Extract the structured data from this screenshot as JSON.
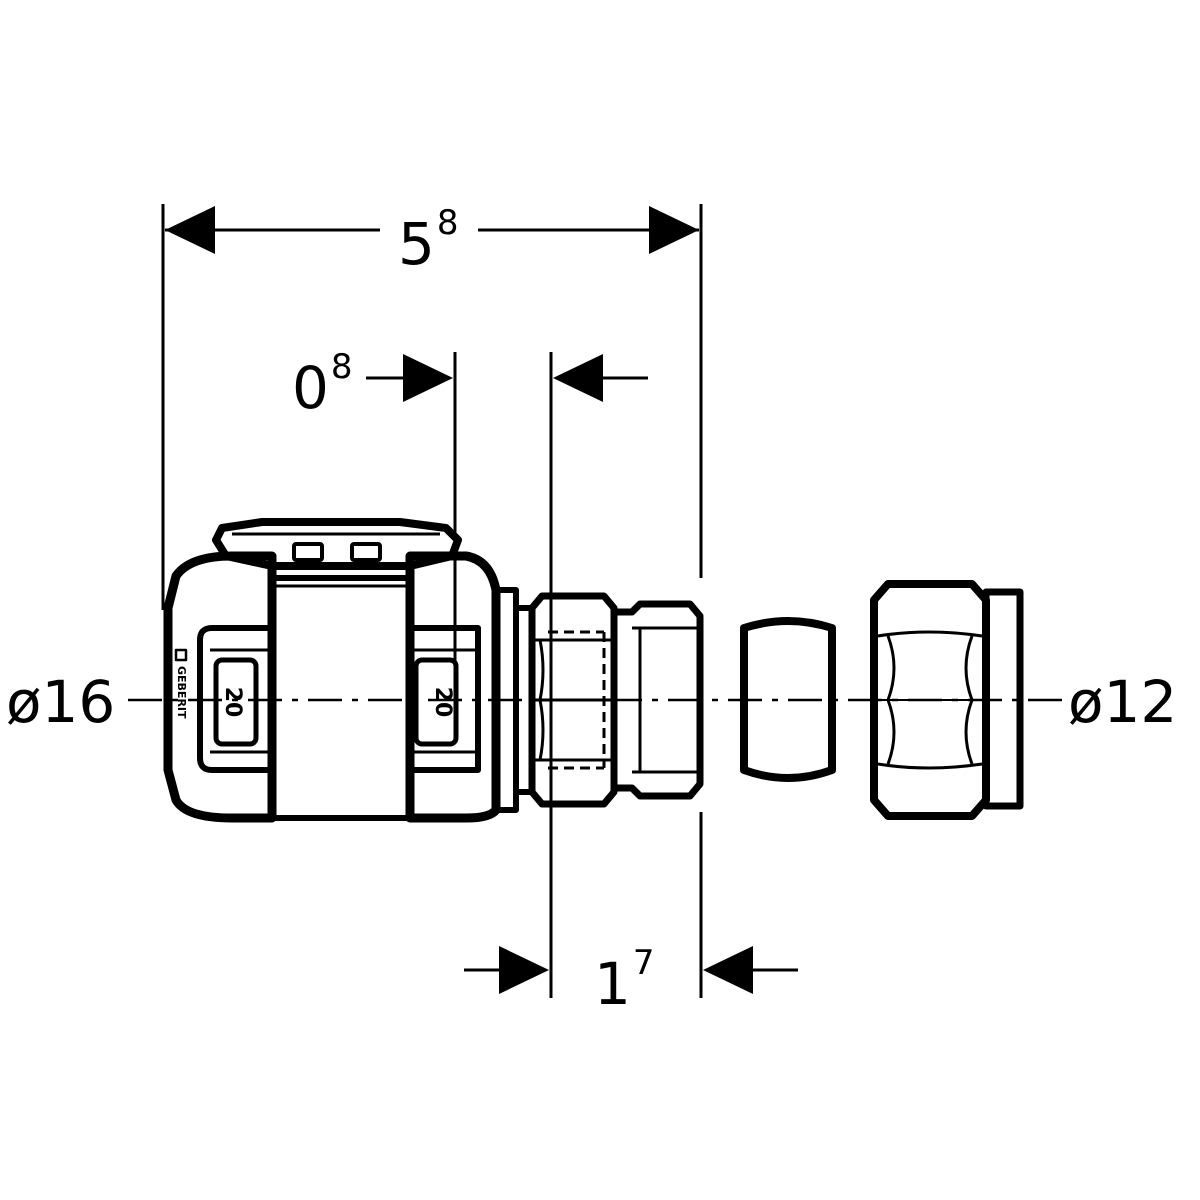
{
  "diagram": {
    "dimensions": {
      "overall_length": {
        "base": "5",
        "sup": "8"
      },
      "offset_left": {
        "base": "0",
        "sup": "8"
      },
      "insertion_depth": {
        "base": "1",
        "sup": "7"
      },
      "diameter_left": "ø16",
      "diameter_right": "ø12"
    },
    "markings": {
      "size_label": "20",
      "brand_text": "GEBERIT"
    }
  }
}
